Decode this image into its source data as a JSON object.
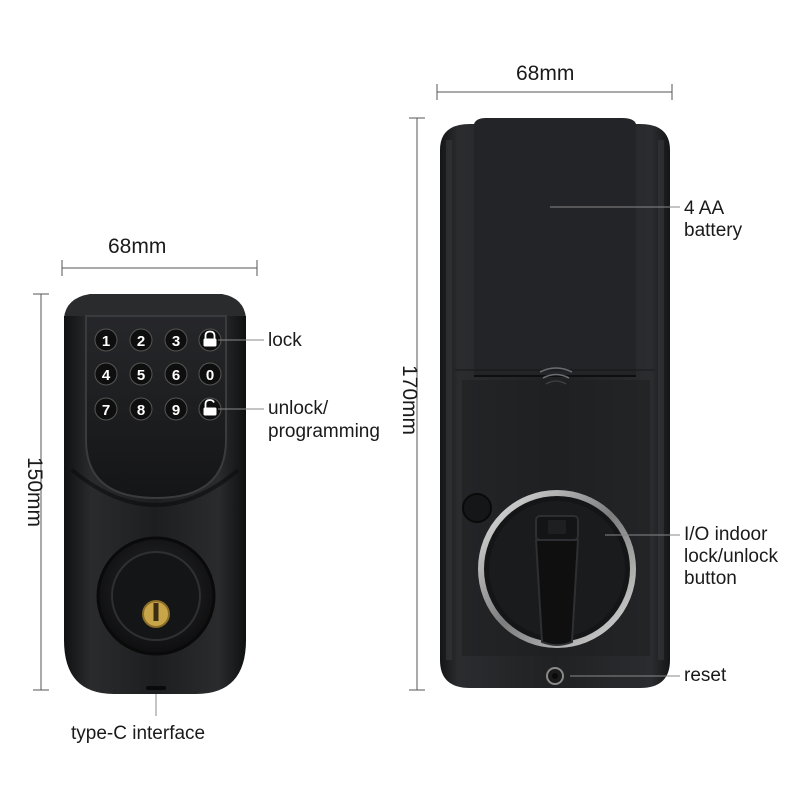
{
  "dimensions": {
    "front_width": "68mm",
    "front_height": "150mm",
    "back_width": "68mm",
    "back_height": "170mm"
  },
  "keypad": {
    "keys": [
      [
        "1",
        "2",
        "3",
        "lock-icon"
      ],
      [
        "4",
        "5",
        "6",
        "0"
      ],
      [
        "7",
        "8",
        "9",
        "unlock-icon"
      ]
    ]
  },
  "callouts": {
    "lock": "lock",
    "unlock_line1": "unlock/",
    "unlock_line2": "programming",
    "type_c": "type-C interface",
    "battery_line1": "4 AA",
    "battery_line2": "battery",
    "io_line1": "I/O indoor",
    "io_line2": "lock/unlock",
    "io_line3": "button",
    "reset": "reset"
  },
  "colors": {
    "body": "#1c1d1f",
    "key": "#0e0e0f",
    "brass": "#c9a54a",
    "line": "#555555"
  }
}
